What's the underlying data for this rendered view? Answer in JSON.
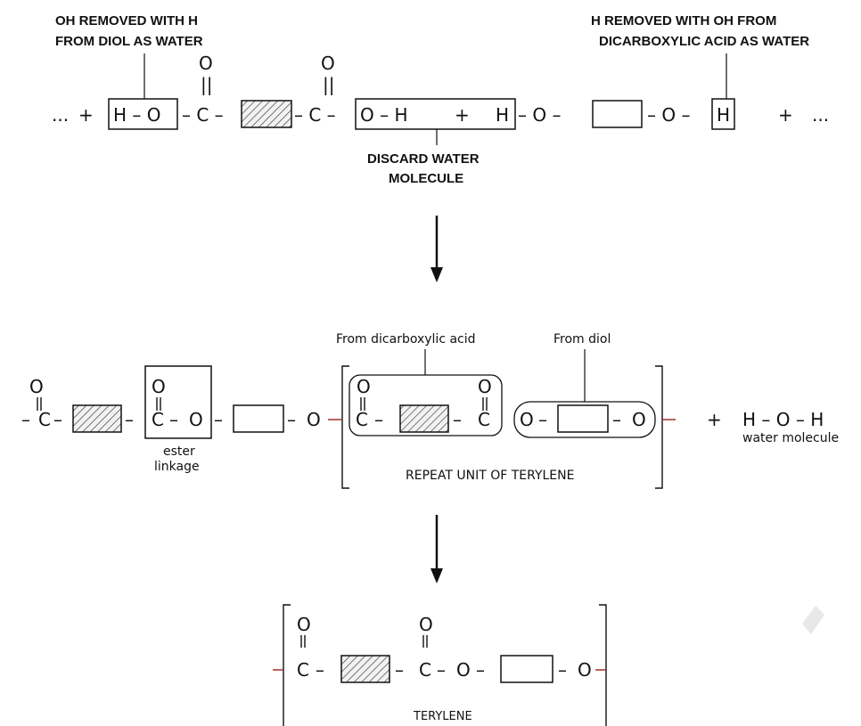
{
  "top": {
    "label_oh_removed": [
      "OH REMOVED WITH H",
      "FROM DIOL AS WATER"
    ],
    "label_h_removed": [
      "H REMOVED WITH OH FROM",
      "DICARBOXYLIC ACID AS WATER"
    ],
    "label_discard": [
      "DISCARD WATER",
      "MOLECULE"
    ],
    "ellipsis": "...",
    "plus": "+",
    "ho": "H – O",
    "dash_c_dash": "– C –",
    "dash_c": "– C –",
    "oh": "O – H",
    "plus_mid": "+",
    "h_left": "H",
    "dash_o_dash": "– O –",
    "dash_o_dash2": "– O –",
    "h_right": "H",
    "o_top": "O",
    "dbl": "||"
  },
  "middle": {
    "from_diacid": "From dicarboxylic acid",
    "from_diol": "From diol",
    "ester_label": [
      "ester",
      "linkage"
    ],
    "repeat_label": "REPEAT UNIT OF TERYLENE",
    "water_formula": "H – O – H",
    "water_label": "water molecule",
    "plus": "+",
    "o_top": "O",
    "c": "C",
    "o": "O",
    "dash": "–"
  },
  "bottom": {
    "terylene_label": "TERYLENE",
    "o_top": "O",
    "c": "C",
    "o": "O",
    "dash": "–"
  }
}
